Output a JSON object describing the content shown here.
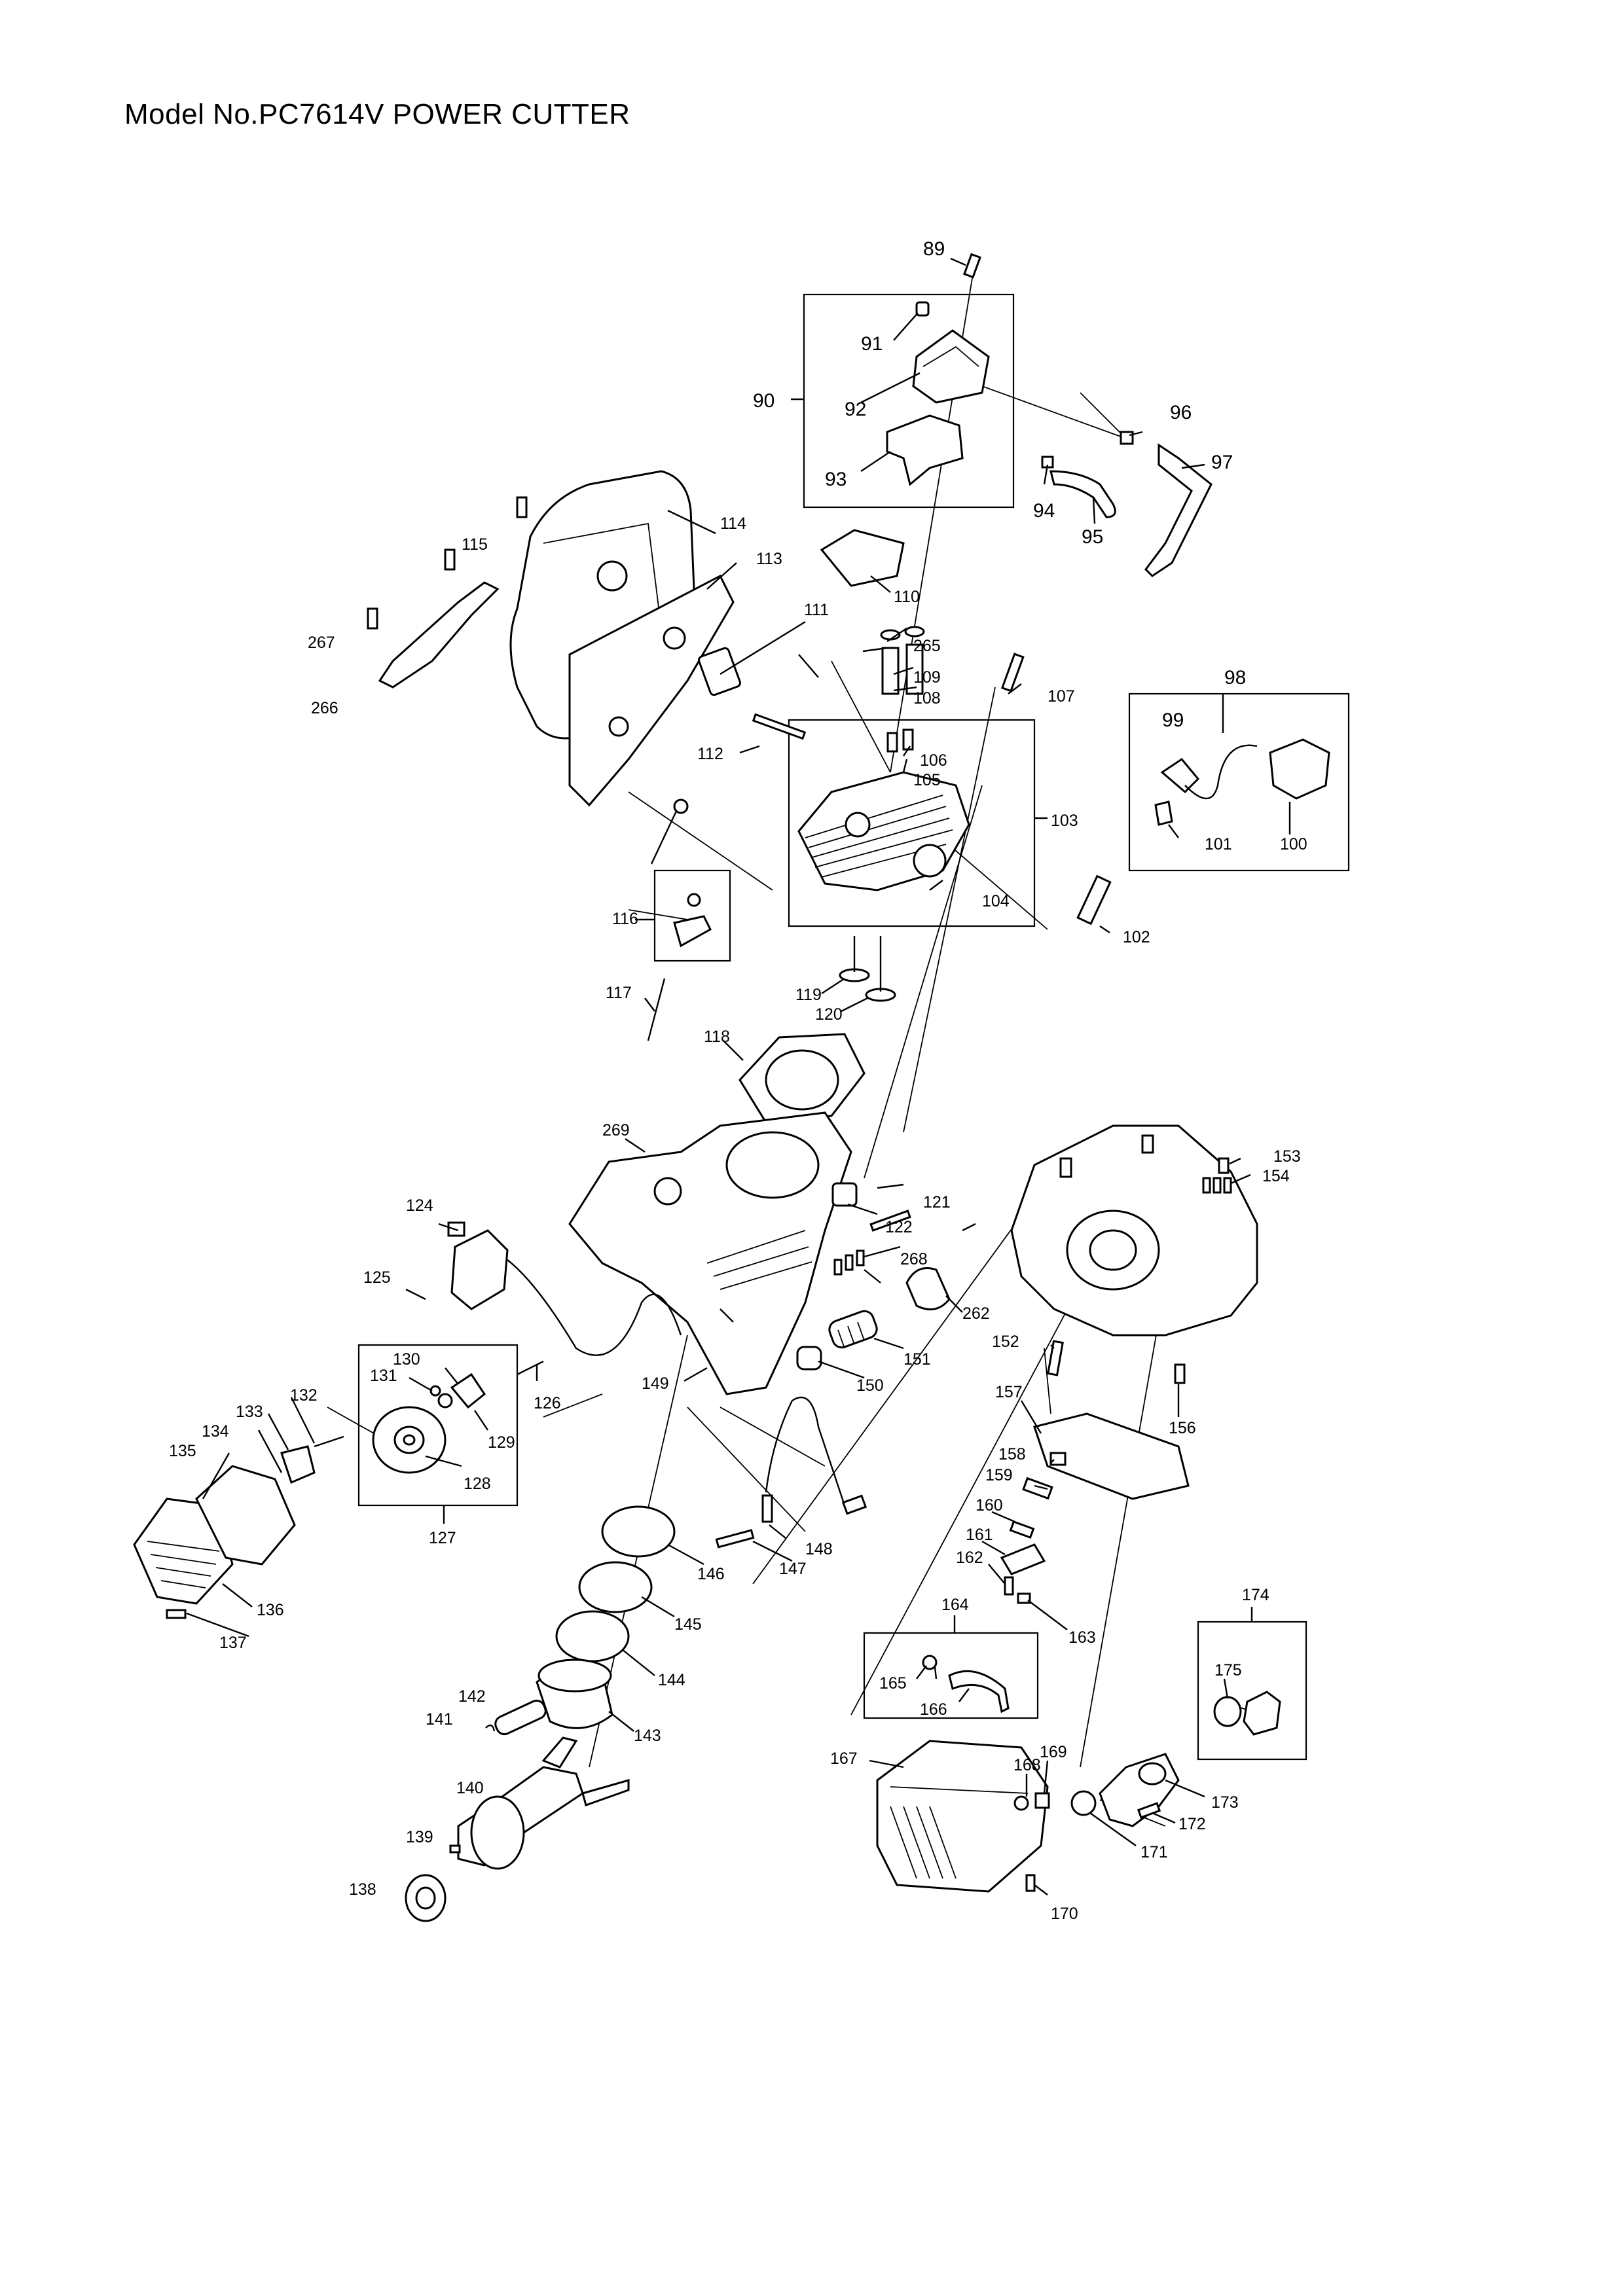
{
  "title": "Model No.PC7614V POWER CUTTER",
  "callouts": [
    "89",
    "90",
    "91",
    "92",
    "93",
    "94",
    "95",
    "96",
    "97",
    "98",
    "99",
    "100",
    "101",
    "102",
    "103",
    "104",
    "105",
    "106",
    "107",
    "108",
    "109",
    "110",
    "111",
    "112",
    "113",
    "114",
    "115",
    "116",
    "117",
    "118",
    "119",
    "120",
    "121",
    "122",
    "124",
    "125",
    "126",
    "127",
    "128",
    "129",
    "130",
    "131",
    "132",
    "133",
    "134",
    "135",
    "136",
    "137",
    "138",
    "139",
    "140",
    "141",
    "142",
    "143",
    "144",
    "145",
    "146",
    "147",
    "148",
    "149",
    "150",
    "151",
    "152",
    "153",
    "154",
    "156",
    "157",
    "158",
    "159",
    "160",
    "161",
    "162",
    "163",
    "164",
    "165",
    "166",
    "167",
    "168",
    "169",
    "170",
    "171",
    "172",
    "173",
    "174",
    "175",
    "262",
    "265",
    "266",
    "267",
    "268",
    "269"
  ]
}
